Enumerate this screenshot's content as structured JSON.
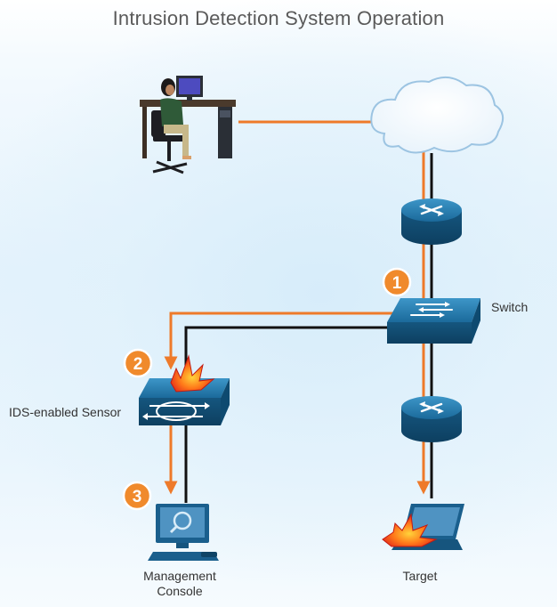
{
  "title": "Intrusion Detection System Operation",
  "labels": {
    "switch": "Switch",
    "sensor": "IDS-enabled Sensor",
    "console_line1": "Management",
    "console_line2": "Console",
    "target": "Target"
  },
  "steps": [
    "1",
    "2",
    "3"
  ],
  "colors": {
    "attack_path": "#ee7a2a",
    "network_link": "#111111",
    "device_blue": "#1d6ea0",
    "badge": "#f08a2c"
  },
  "icons": [
    "attacker-workstation-icon",
    "cloud-icon",
    "router-icon",
    "switch-icon",
    "ids-sensor-icon",
    "management-console-icon",
    "target-laptop-icon",
    "explosion-icon"
  ]
}
